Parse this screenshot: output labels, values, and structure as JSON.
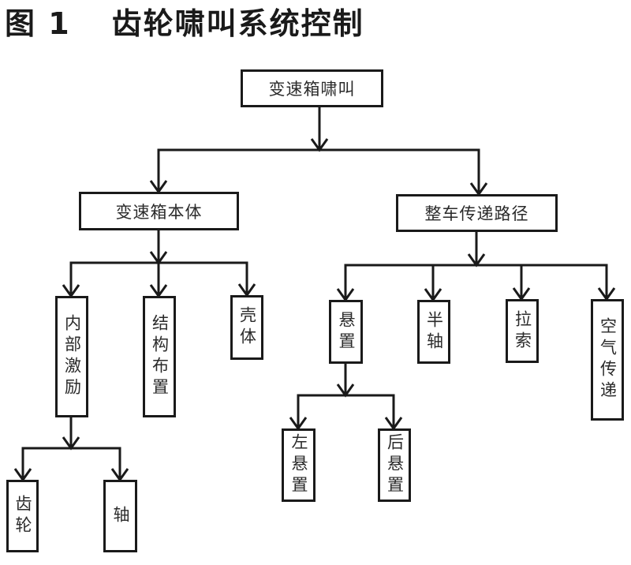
{
  "title": {
    "figure_label": "图 1",
    "text": "齿轮啸叫系统控制"
  },
  "nodes": {
    "root": "变速箱啸叫",
    "gearbox_body": "变速箱本体",
    "vehicle_path": "整车传递路径",
    "internal_excitation": "内部激励",
    "structure_layout": "结构布置",
    "housing": "壳体",
    "gear": "齿轮",
    "shaft": "轴",
    "mount": "悬置",
    "half_shaft": "半轴",
    "cable": "拉索",
    "airborne": "空气传递",
    "left_mount": "左悬置",
    "rear_mount": "后悬置"
  },
  "edges": [
    [
      "root",
      "gearbox_body"
    ],
    [
      "root",
      "vehicle_path"
    ],
    [
      "gearbox_body",
      "internal_excitation"
    ],
    [
      "gearbox_body",
      "structure_layout"
    ],
    [
      "gearbox_body",
      "housing"
    ],
    [
      "internal_excitation",
      "gear"
    ],
    [
      "internal_excitation",
      "shaft"
    ],
    [
      "vehicle_path",
      "mount"
    ],
    [
      "vehicle_path",
      "half_shaft"
    ],
    [
      "vehicle_path",
      "cable"
    ],
    [
      "vehicle_path",
      "airborne"
    ],
    [
      "mount",
      "left_mount"
    ],
    [
      "mount",
      "rear_mount"
    ]
  ]
}
